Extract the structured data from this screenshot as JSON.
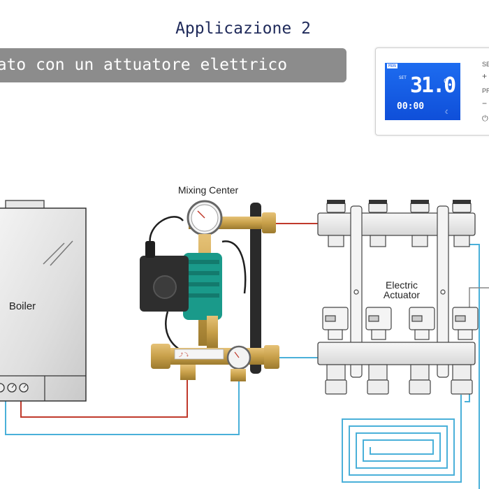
{
  "header": {
    "title": "Applicazione 2",
    "subtitle": "egato con un attuatore elettrico"
  },
  "thermostat": {
    "day": "MON",
    "set_label": "SET",
    "temperature": "31.0",
    "unit": "C",
    "time": "00:00",
    "buttons": [
      "SE",
      "+",
      "PR",
      "−",
      "⏻"
    ]
  },
  "labels": {
    "mixing_center": "Mixing Center",
    "boiler": "Boiler",
    "electric_actuator_line1": "Electric",
    "electric_actuator_line2": "Actuator"
  },
  "colors": {
    "hot_line": "#c0392b",
    "cold_line": "#4ab0d9",
    "title": "#1f2a5a",
    "banner": "#8c8c8c",
    "lcd": "#1d6cf0",
    "pump": "#1a9a8a",
    "brass": "#c8a04a"
  }
}
